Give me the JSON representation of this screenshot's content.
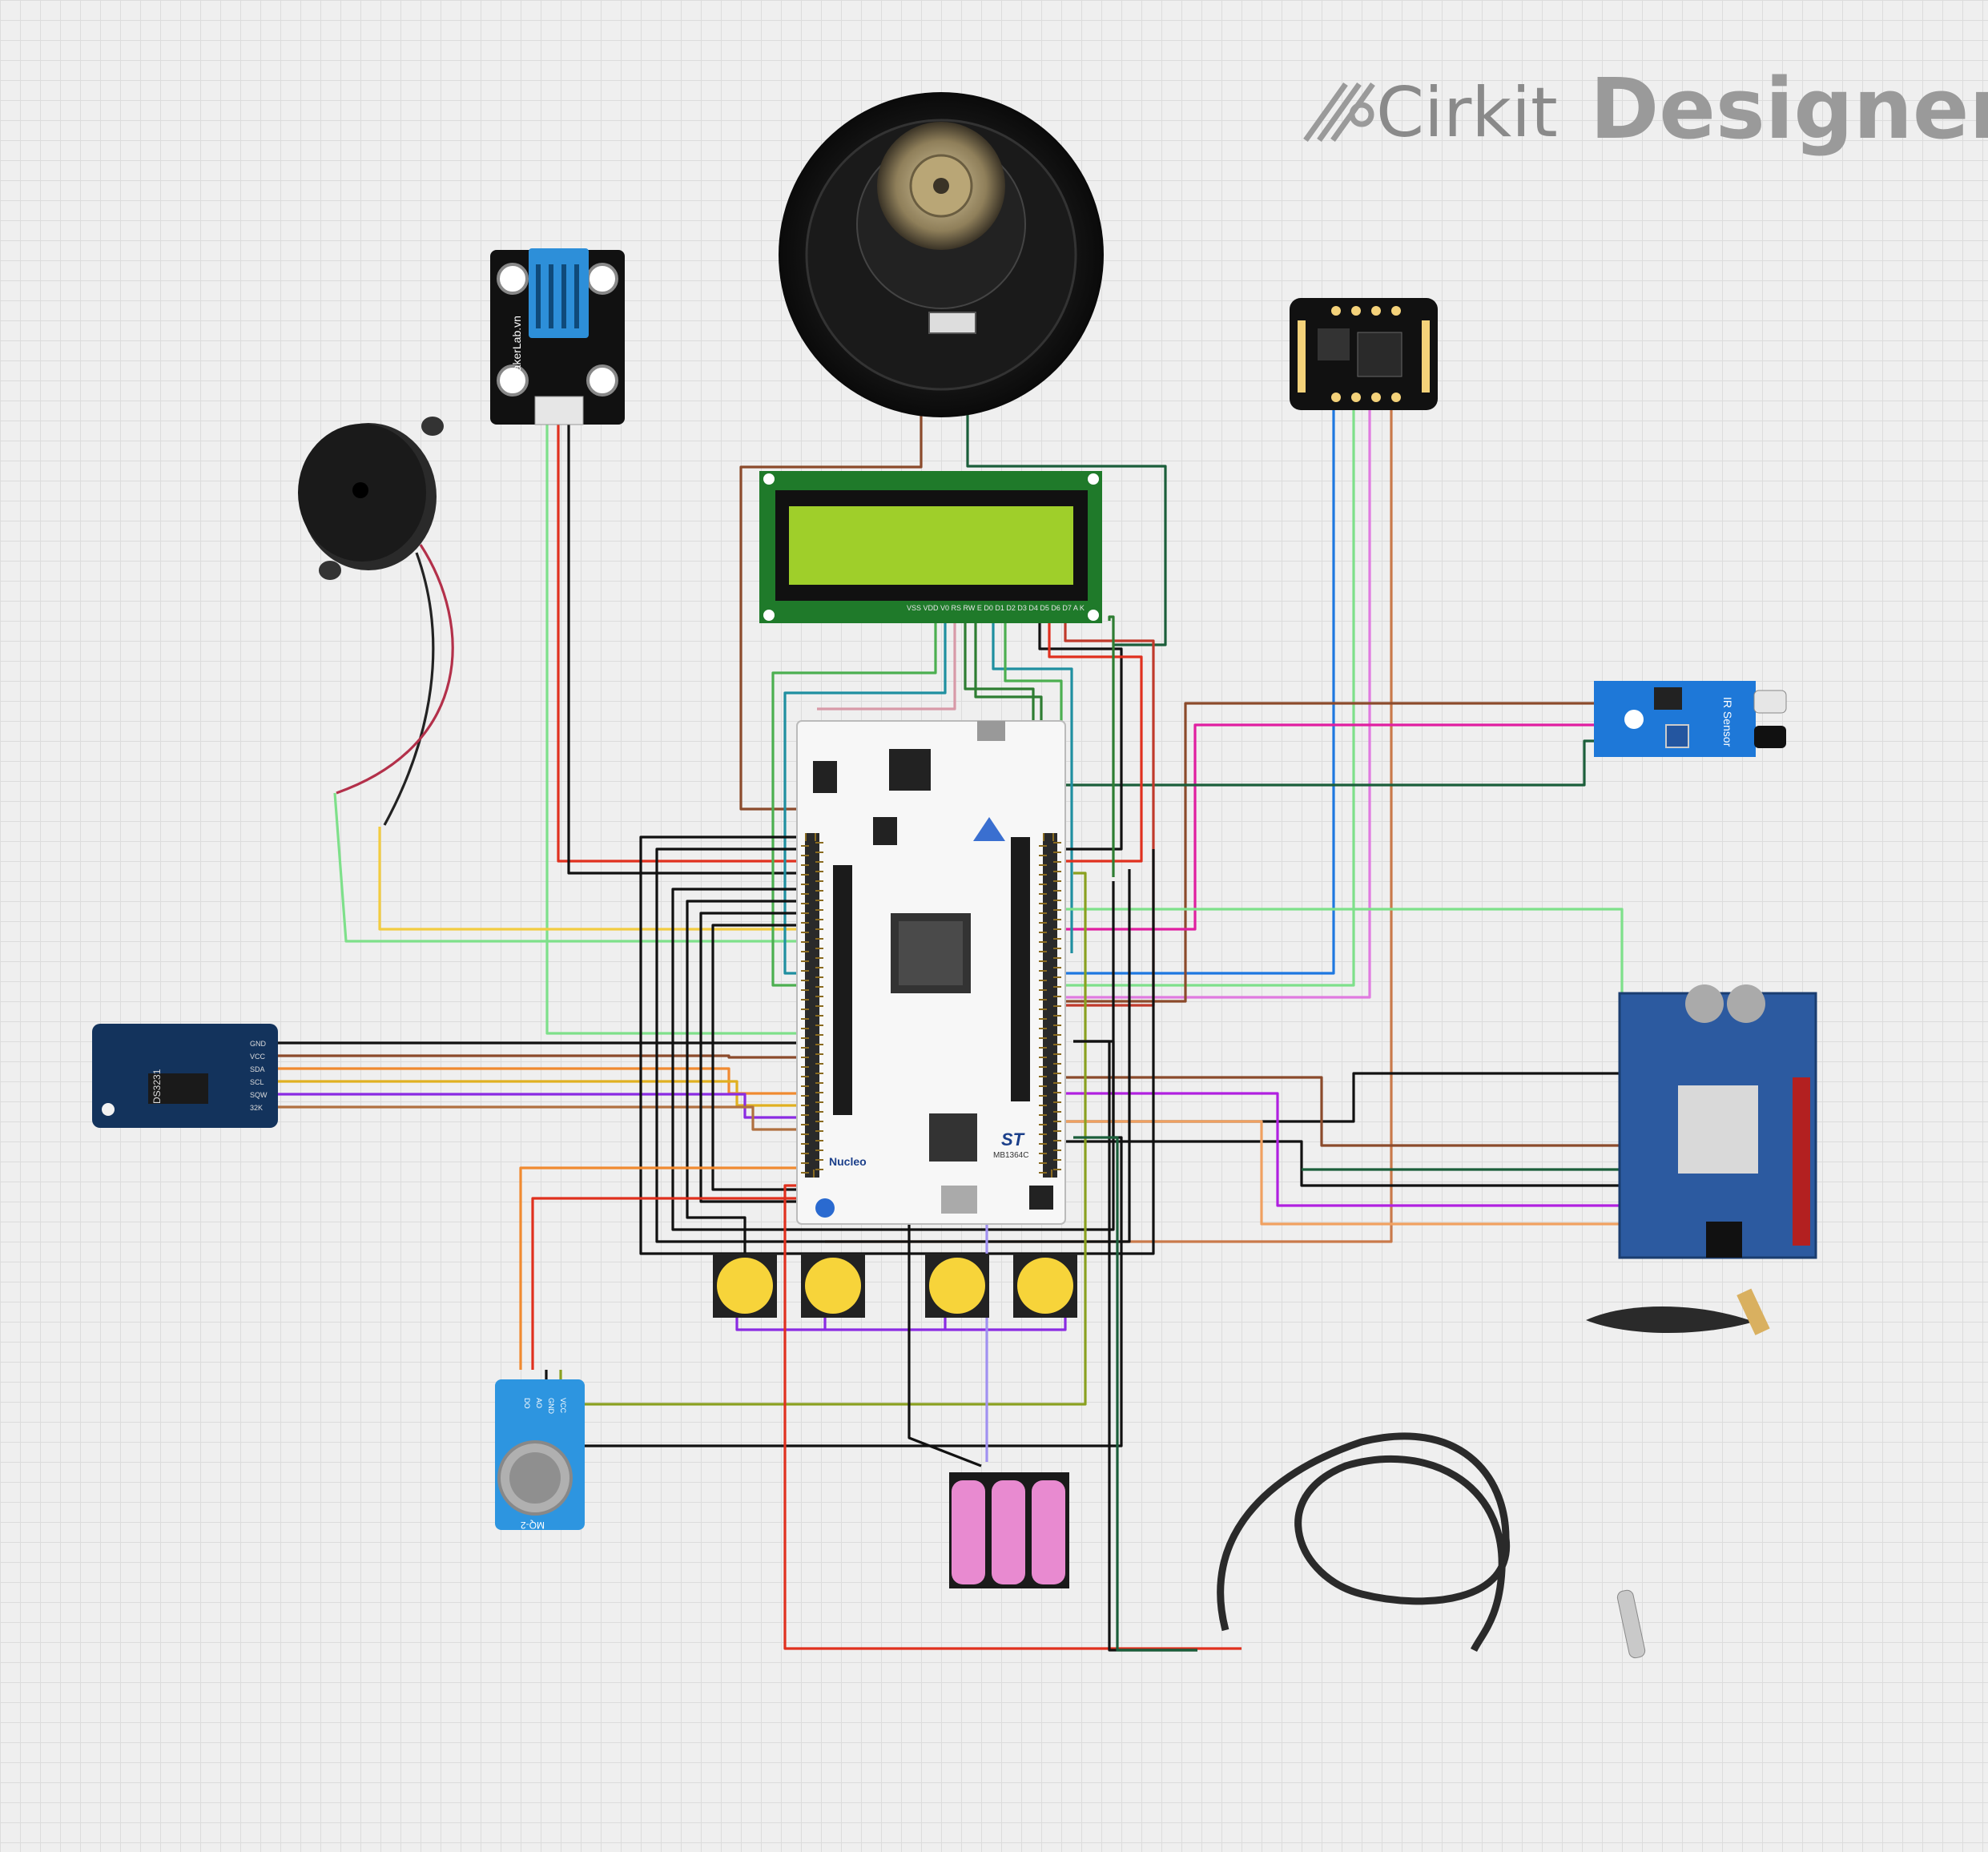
{
  "brand": {
    "word1": "Cirkit",
    "word2": "Designer",
    "icon": "cirkit-logo-icon"
  },
  "labels": {
    "dht_module": "MakerLab.vn",
    "rtc_chip": "DS3231",
    "rtc_pins": [
      "GND",
      "VCC",
      "SDA",
      "SCL",
      "SQW",
      "32K"
    ],
    "ir_label": "IR Sensor",
    "mq2_label": "MQ-2",
    "mq2_pins": [
      "DO",
      "AO",
      "GND",
      "VCC"
    ],
    "nucleo_logo": "Nucleo",
    "board_id": "MB1364C",
    "st_logo": "ST",
    "lcd_pins": "VSS VDD V0 RS RW E D0 D1 D2 D3 D4 D5 D6 D7 A K"
  },
  "colors": {
    "wire_black": "#111111",
    "wire_red": "#e0301e",
    "wire_green": "#2e7d32",
    "wire_lightgreen": "#7ee08a",
    "wire_teal": "#1f8fa0",
    "wire_brown": "#8b4a2b",
    "wire_orange": "#f08a30",
    "wire_yellow": "#f2cc40",
    "wire_purple": "#8a2be2",
    "wire_pink": "#e01ea0",
    "wire_blue": "#1e78e0",
    "wire_olive": "#8aa020",
    "lcd_board": "#1f7a2a",
    "lcd_screen": "#9fcf2a",
    "ir_board": "#1e78d8",
    "rtc_board": "#13335c",
    "mq2_board": "#2d95e0",
    "gsm_board": "#2c5aa0",
    "button_cap": "#f7d43a",
    "battery": "#e88ad0"
  }
}
